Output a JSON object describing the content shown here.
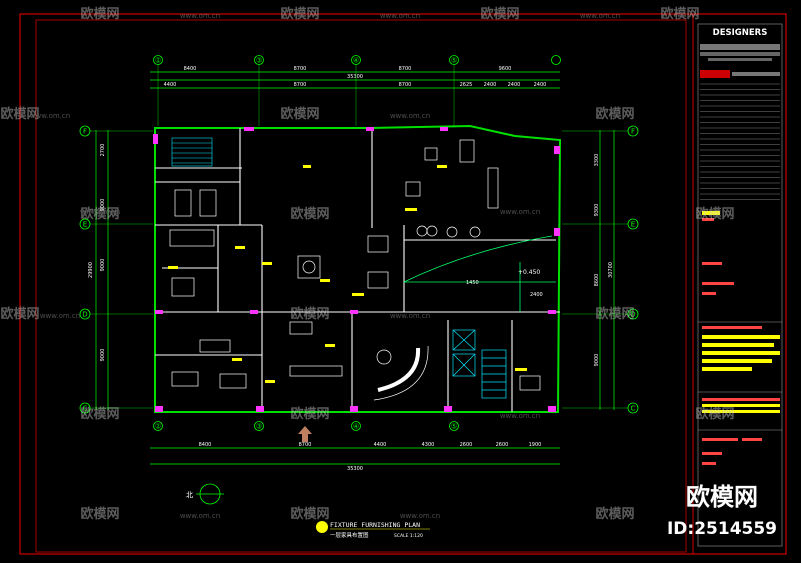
{
  "title_block": {
    "header": "DESIGNERS"
  },
  "plan": {
    "title": "FIXTURE  FURNISHING PLAN",
    "subtitle": "一层家具布置图",
    "scale": "SCALE  1:120",
    "north_label": "北"
  },
  "grid_top": [
    "②",
    "③",
    "④",
    "⑤"
  ],
  "grid_left": [
    "F",
    "E",
    "D",
    "C"
  ],
  "grid_right": [
    "F",
    "E",
    "D",
    "C"
  ],
  "dims_top_row1": [
    "8400",
    "8700",
    "8700",
    "9600"
  ],
  "dims_top_total": "35300",
  "dims_top_row2": [
    "4400",
    "8700",
    "8700",
    "2625",
    "2400",
    "2400",
    "2400"
  ],
  "dims_bottom_row1": [
    "8400",
    "8700",
    "4400",
    "4300",
    "2600",
    "2600",
    "1900"
  ],
  "dims_bottom_total": "35300",
  "dims_left": [
    "2700",
    "9000",
    "9000",
    "9000"
  ],
  "dims_left_total": "29900",
  "dims_right": [
    "3300",
    "9300",
    "8600",
    "9000"
  ],
  "dims_right_total": "30700",
  "annotations": {
    "level": "+0.450",
    "spot_a": "1450",
    "spot_b": "2400"
  },
  "watermark": {
    "brand": "欧模网",
    "site": "www.om.cn",
    "id": "ID:2514559"
  },
  "colors": {
    "wall": "#00e000",
    "dim": "#00ff00",
    "furniture": "#ffffff",
    "highlight": "#ffff00",
    "border": "#cc0000",
    "door": "#ff33ff",
    "stair": "#00e5ff"
  }
}
